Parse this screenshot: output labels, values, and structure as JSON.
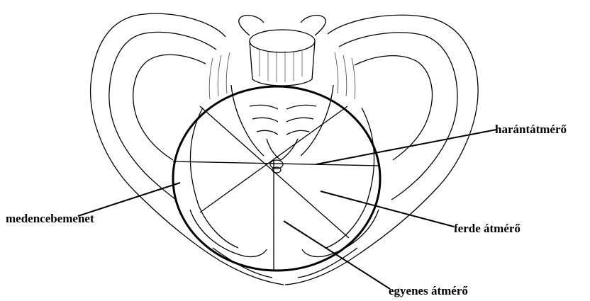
{
  "diagram": {
    "labels": {
      "transverse": "harántátmérő",
      "inlet": "medencebemenet",
      "oblique": "ferde átmérő",
      "conjugate": "egyenes átmérő"
    },
    "colors": {
      "ink": "#000000",
      "bone_shade": "#555555",
      "background": "#ffffff"
    }
  }
}
